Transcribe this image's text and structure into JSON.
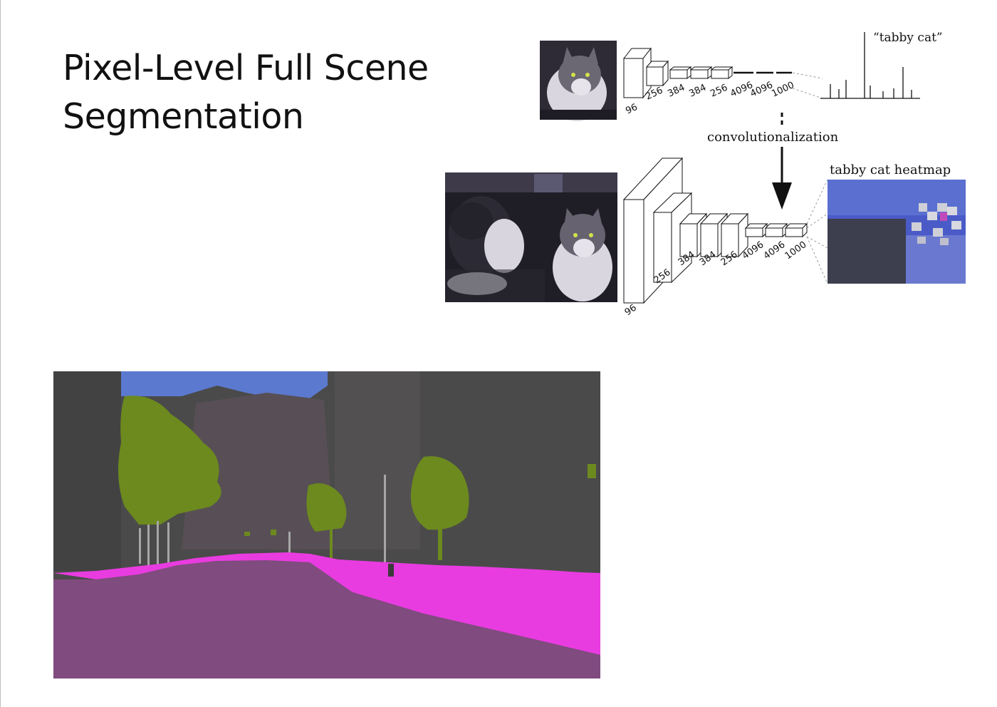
{
  "slide": {
    "title_line1": "Pixel-Level Full Scene",
    "title_line2": "Segmentation"
  },
  "diagram": {
    "top_output_label": "“tabby cat”",
    "conversion_label": "convolutionalization",
    "heatmap_label": "tabby cat heatmap",
    "top_layer_sizes": [
      "96",
      "256",
      "384",
      "384",
      "256",
      "4096",
      "4096",
      "1000"
    ],
    "bottom_layer_sizes": [
      "96",
      "256",
      "384",
      "384",
      "256",
      "4096",
      "4096",
      "1000"
    ]
  },
  "colors": {
    "sky": "#5b79cf",
    "building": "#4a4a4a",
    "vegetation": "#6c8a1e",
    "road": "#804b7e",
    "sidewalk": "#e83ce0",
    "pole": "#a6a6a6",
    "heatmap_blue": "#4a5bc8",
    "heatmap_dark": "#3d3e4e"
  }
}
